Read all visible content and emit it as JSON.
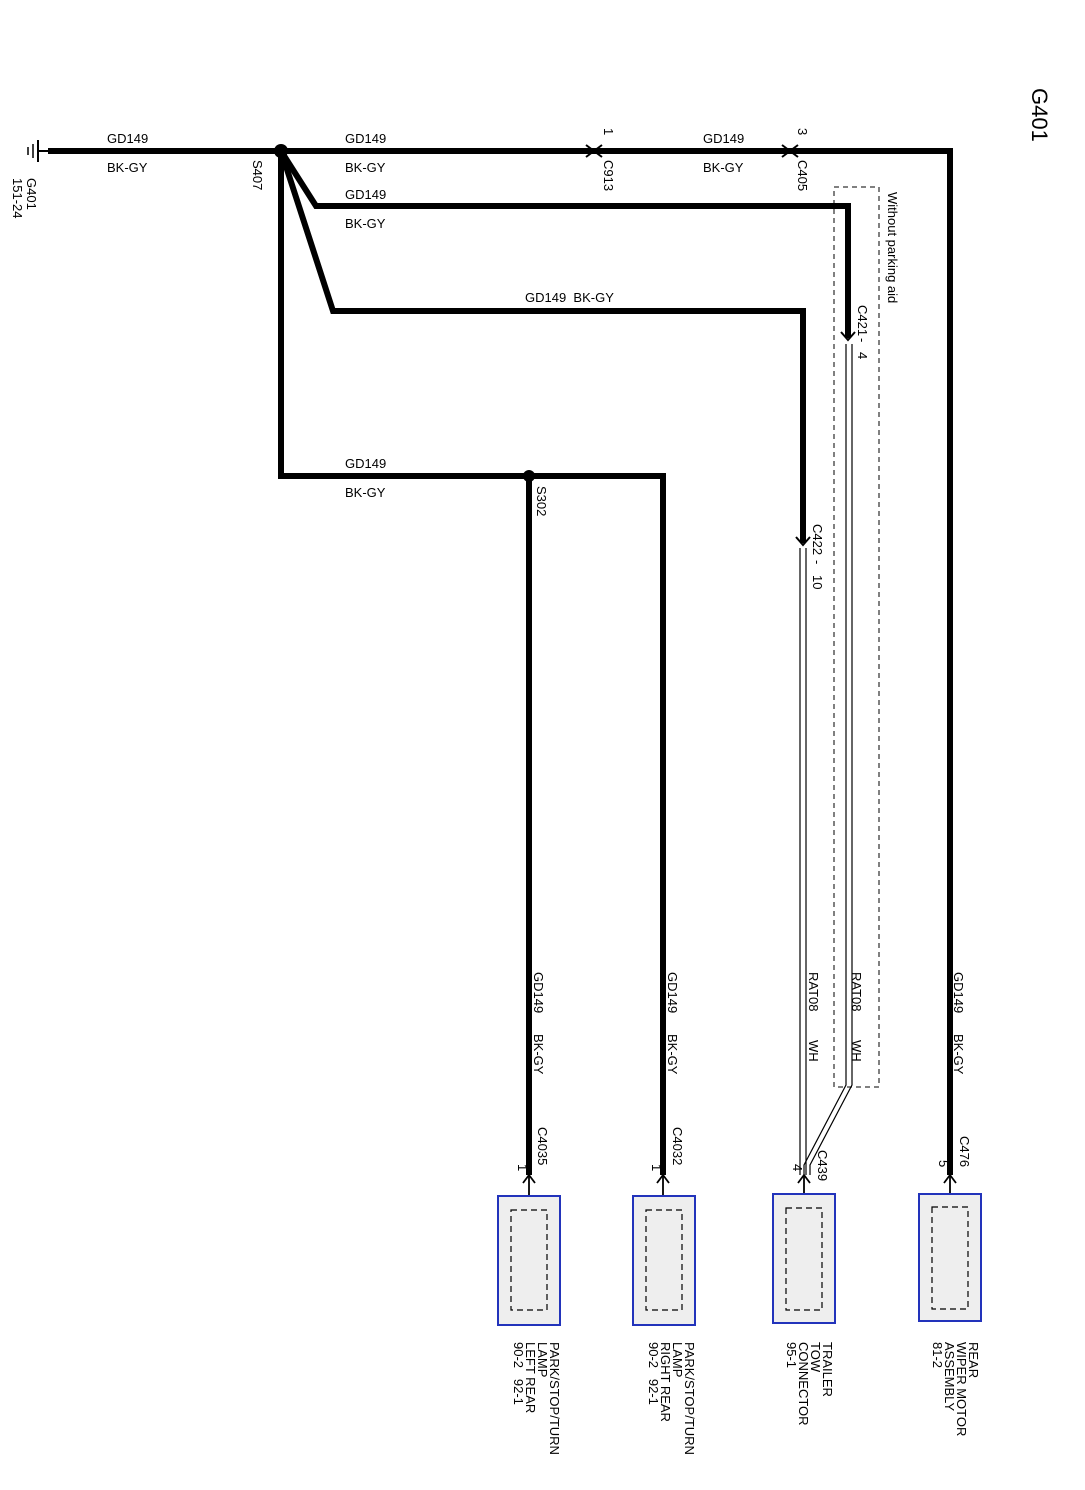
{
  "page_title": "G401",
  "ground": {
    "name": "G401",
    "ref": "151-24"
  },
  "colors": {
    "wire": "#000000",
    "component_border": "#2233bb",
    "component_fill": "#eeeeee"
  },
  "splices": {
    "s407": "S407",
    "s302": "S302"
  },
  "wire_labels": {
    "circuit": "GD149",
    "color": "BK-GY",
    "circuit_color": "GD149  BK-GY",
    "tow_circuit": "RAT08",
    "tow_color": "WH"
  },
  "connectors": {
    "c913": {
      "name": "C913",
      "pin": "1"
    },
    "c405": {
      "name": "C405",
      "pin": "3"
    },
    "c421": {
      "name": "C421",
      "pin": "4"
    },
    "c422": {
      "name": "C422",
      "pin": "10"
    },
    "c4035": {
      "name": "C4035",
      "pin": "1"
    },
    "c4032": {
      "name": "C4032",
      "pin": "1"
    },
    "c439": {
      "name": "C439",
      "pin": "4"
    },
    "c476": {
      "name": "C476",
      "pin": "5"
    }
  },
  "option_note": "Without parking aid",
  "components": {
    "left_lamp": {
      "lines": [
        "PARK/STOP/TURN",
        "LAMP",
        "LEFT REAR",
        "90-2   92-1"
      ]
    },
    "right_lamp": {
      "lines": [
        "PARK/STOP/TURN",
        "LAMP",
        "RIGHT REAR",
        "90-2   92-1"
      ]
    },
    "tow": {
      "lines": [
        "TRAILER",
        "TOW",
        "CONNECTOR",
        "95-1"
      ]
    },
    "wiper": {
      "lines": [
        "REAR",
        "WIPER MOTOR",
        "ASSEMBLY",
        "81-2"
      ]
    }
  }
}
